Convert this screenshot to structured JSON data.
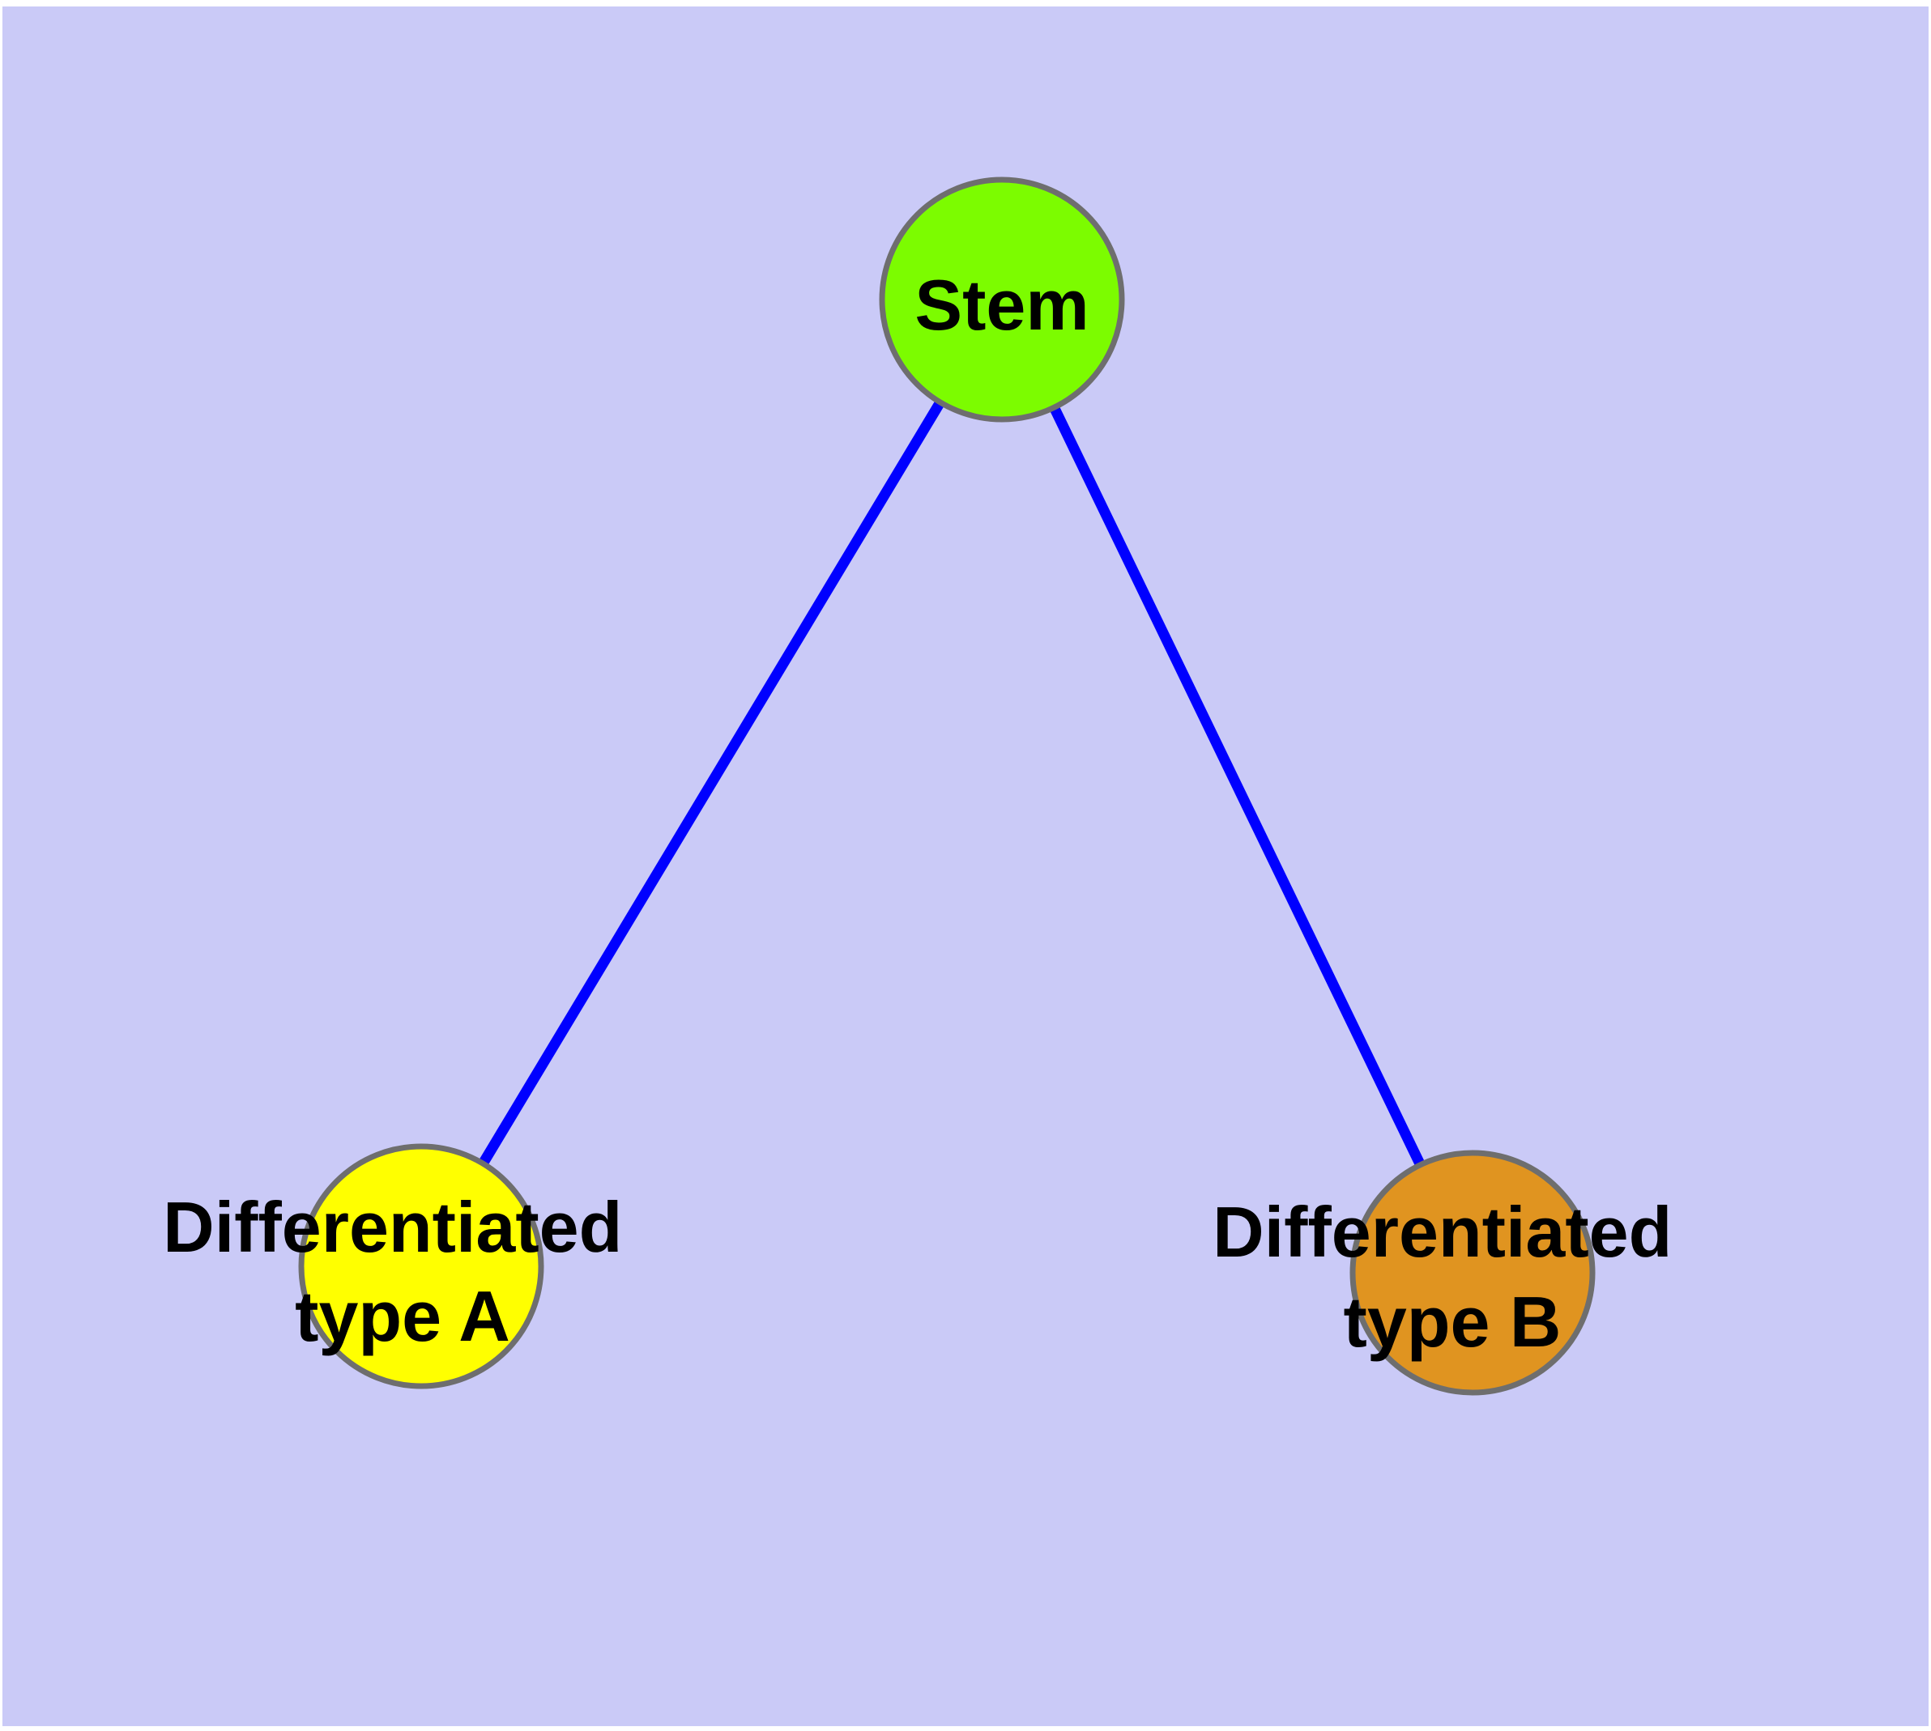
{
  "diagram": {
    "background_color": "#CACAF7",
    "edge_color": "#0000FF",
    "node_border_color": "#6E6E6E",
    "text_color": "#000000",
    "nodes": [
      {
        "id": "stem",
        "label": "Stem",
        "fill_color": "#7CFC00"
      },
      {
        "id": "differentiated-type-a",
        "label": "Differentiated type A",
        "label_lines": [
          "Differentiated",
          "type A"
        ],
        "fill_color": "#E0A020"
      },
      {
        "id": "differentiated-type-b",
        "label": "Differentiated type B",
        "label_lines": [
          "Differentiated",
          "type B"
        ],
        "fill_color": "#E09420"
      }
    ],
    "node_fills": {
      "stem": "#7CFC00",
      "type_a": "#FFFF00",
      "type_b": "#E09420"
    },
    "edges": [
      {
        "from": "Stem",
        "to": "Differentiated type A"
      },
      {
        "from": "Stem",
        "to": "Differentiated type B"
      }
    ]
  }
}
